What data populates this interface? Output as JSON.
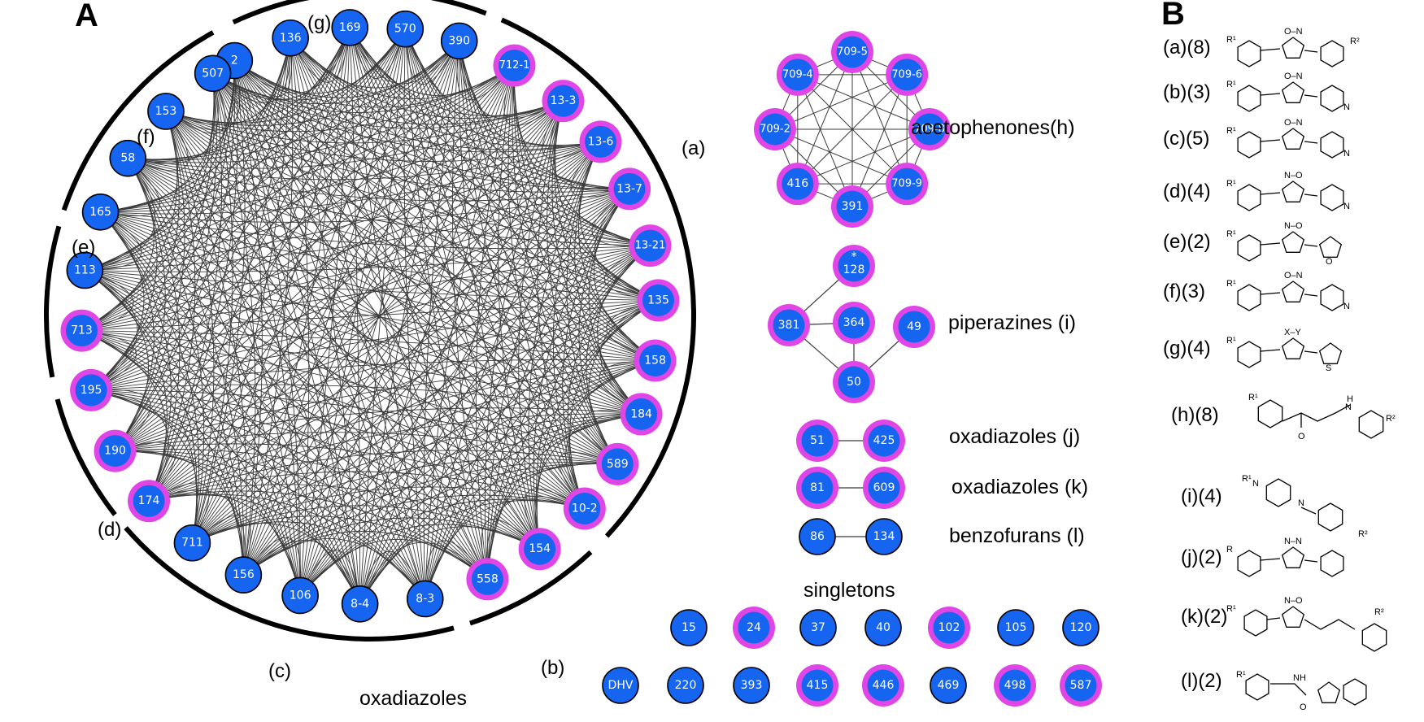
{
  "panel_a_letter": "A",
  "panel_b_letter": "B",
  "ring_section_labels": [
    "(a)",
    "(b)",
    "(c)",
    "(d)",
    "(e)",
    "(f)",
    "(g)"
  ],
  "ring_title": "oxadiazoles",
  "ring_nodes": [
    {
      "label": "2",
      "magenta": false
    },
    {
      "label": "136",
      "magenta": false
    },
    {
      "label": "169",
      "magenta": false
    },
    {
      "label": "570",
      "magenta": false
    },
    {
      "label": "390",
      "magenta": false
    },
    {
      "label": "712-1",
      "magenta": true
    },
    {
      "label": "13-3",
      "magenta": true
    },
    {
      "label": "13-6",
      "magenta": true
    },
    {
      "label": "13-7",
      "magenta": true
    },
    {
      "label": "13-21",
      "magenta": true
    },
    {
      "label": "135",
      "magenta": true
    },
    {
      "label": "158",
      "magenta": true
    },
    {
      "label": "184",
      "magenta": true
    },
    {
      "label": "589",
      "magenta": true
    },
    {
      "label": "10-2",
      "magenta": true
    },
    {
      "label": "154",
      "magenta": true
    },
    {
      "label": "558",
      "magenta": true
    },
    {
      "label": "8-3",
      "magenta": false
    },
    {
      "label": "8-4",
      "magenta": false
    },
    {
      "label": "106",
      "magenta": false
    },
    {
      "label": "156",
      "magenta": false
    },
    {
      "label": "711",
      "magenta": false
    },
    {
      "label": "174",
      "magenta": true
    },
    {
      "label": "190",
      "magenta": true
    },
    {
      "label": "195",
      "magenta": true
    },
    {
      "label": "713",
      "magenta": true
    },
    {
      "label": "113",
      "magenta": false
    },
    {
      "label": "165",
      "magenta": false
    },
    {
      "label": "58",
      "magenta": false
    },
    {
      "label": "153",
      "magenta": false
    },
    {
      "label": "507",
      "magenta": false
    }
  ],
  "acetophenones": {
    "title": "acetophenones(h)",
    "nodes": [
      "709-5",
      "709-6",
      "709-8",
      "709-9",
      "391",
      "416",
      "709-2",
      "709-4"
    ]
  },
  "piperazines": {
    "title": "piperazines (i)",
    "nodes": [
      {
        "id": "128",
        "label": "128",
        "star": "*"
      },
      {
        "id": "381",
        "label": "381",
        "star": ""
      },
      {
        "id": "364",
        "label": "364",
        "star": ""
      },
      {
        "id": "49",
        "label": "49",
        "star": ""
      },
      {
        "id": "50",
        "label": "50",
        "star": ""
      }
    ],
    "edges": [
      [
        "128",
        "381"
      ],
      [
        "381",
        "364"
      ],
      [
        "381",
        "50"
      ],
      [
        "364",
        "50"
      ],
      [
        "49",
        "50"
      ]
    ]
  },
  "pairs": [
    {
      "title": "oxadiazoles (j)",
      "a": "51",
      "b": "425",
      "magenta": true
    },
    {
      "title": "oxadiazoles (k)",
      "a": "81",
      "b": "609",
      "magenta": true
    },
    {
      "title": "benzofurans (l)",
      "a": "86",
      "b": "134",
      "magenta": false
    }
  ],
  "singletons": {
    "title": "singletons",
    "row1": [
      {
        "label": "15",
        "magenta": false
      },
      {
        "label": "24",
        "magenta": true
      },
      {
        "label": "37",
        "magenta": false
      },
      {
        "label": "40",
        "magenta": false
      },
      {
        "label": "102",
        "magenta": true
      },
      {
        "label": "105",
        "magenta": false
      },
      {
        "label": "120",
        "magenta": false
      }
    ],
    "row2": [
      {
        "label": "DHV",
        "magenta": false
      },
      {
        "label": "220",
        "magenta": false
      },
      {
        "label": "393",
        "magenta": false
      },
      {
        "label": "415",
        "magenta": true
      },
      {
        "label": "446",
        "magenta": true
      },
      {
        "label": "469",
        "magenta": false
      },
      {
        "label": "498",
        "magenta": true
      },
      {
        "label": "587",
        "magenta": true
      }
    ]
  },
  "panel_b_rows": [
    {
      "label": "(a)(8)",
      "ring_text": "O–N",
      "terminal": "phenyl",
      "sub": "R²"
    },
    {
      "label": "(b)(3)",
      "ring_text": "O–N",
      "terminal": "3-pyridyl",
      "sub": ""
    },
    {
      "label": "(c)(5)",
      "ring_text": "O–N",
      "terminal": "4-pyridyl",
      "sub": ""
    },
    {
      "label": "(d)(4)",
      "ring_text": "N–O",
      "terminal": "4-pyridyl",
      "sub": ""
    },
    {
      "label": "(e)(2)",
      "ring_text": "N–O",
      "terminal": "furan",
      "sub": ""
    },
    {
      "label": "(f)(3)",
      "ring_text": "O–N",
      "terminal": "2-pyridyl",
      "sub": ""
    },
    {
      "label": "(g)(4)",
      "ring_text": "X–Y",
      "terminal": "thiophene",
      "sub": ""
    },
    {
      "label": "(h)(8)",
      "ring_text": "",
      "terminal": "enaminone",
      "sub": "R²"
    },
    {
      "label": "(i)(4)",
      "ring_text": "",
      "terminal": "piperazine",
      "sub": "R²"
    },
    {
      "label": "(j)(2)",
      "ring_text": "N–N",
      "terminal": "phenyl",
      "sub": ""
    },
    {
      "label": "(k)(2)",
      "ring_text": "N–O",
      "terminal": "styryl",
      "sub": "R²"
    },
    {
      "label": "(l)(2)",
      "ring_text": "",
      "terminal": "benzofuran-amide",
      "sub": ""
    }
  ],
  "r1_label": "R¹",
  "r_label": "R",
  "atom_labels": {
    "n": "N",
    "nh": "NH",
    "h": "H",
    "o": "O",
    "s": "S"
  },
  "colors": {
    "node_fill": "#1565f0",
    "node_ring_magenta": "#e046e6",
    "node_ring_black": "#000000",
    "edge": "#3a3a3a"
  }
}
